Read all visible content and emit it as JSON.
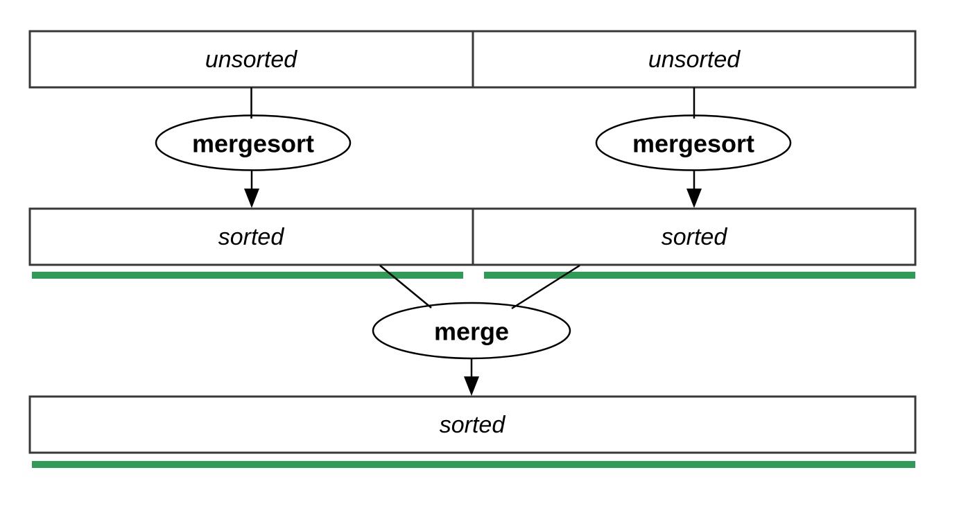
{
  "diagram": {
    "type": "flowchart",
    "subject": "mergesort divide-and-conquer",
    "colors": {
      "background": "#ffffff",
      "box_border": "#383838",
      "shape_stroke": "#000000",
      "text": "#000000",
      "green_bar": "#2e9c57"
    },
    "nodes": {
      "unsorted_left": "unsorted",
      "unsorted_right": "unsorted",
      "mergesort_left": "mergesort",
      "mergesort_right": "mergesort",
      "sorted_left": "sorted",
      "sorted_right": "sorted",
      "merge": "merge",
      "sorted_merged": "sorted"
    },
    "edges": [
      {
        "from": "unsorted_left",
        "to": "mergesort_left"
      },
      {
        "from": "unsorted_right",
        "to": "mergesort_right"
      },
      {
        "from": "mergesort_left",
        "to": "sorted_left",
        "arrow": true
      },
      {
        "from": "mergesort_right",
        "to": "sorted_right",
        "arrow": true
      },
      {
        "from": "sorted_left",
        "to": "merge"
      },
      {
        "from": "sorted_right",
        "to": "merge"
      },
      {
        "from": "merge",
        "to": "sorted_merged",
        "arrow": true
      }
    ]
  }
}
